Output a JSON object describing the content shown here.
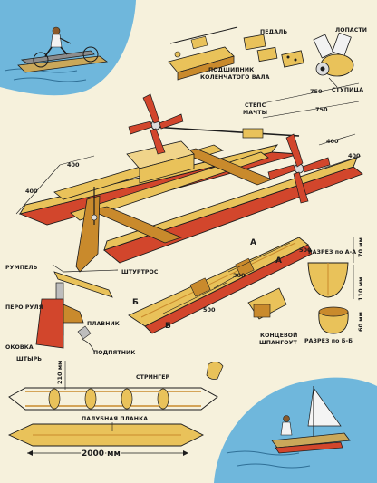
{
  "labels": {
    "pedal": "ПЕДАЛЬ",
    "blades": "ЛОПАСТИ",
    "bearing_l1": "ПОДШИПНИК",
    "bearing_l2": "КОЛЕНЧАТОГО ВАЛА",
    "hub": "СТУПИЦА",
    "mast_step_l1": "СТЕПС",
    "mast_step_l2": "МАЧТЫ",
    "tiller": "РУМПЕЛЬ",
    "rudder_rope": "ШТУРТРОС",
    "rudder_blade_l1": "ПЕРО РУЛЯ",
    "fin": "ПЛАВНИК",
    "binding": "ОКОВКА",
    "pin": "ШТЫРЬ",
    "heel": "ПОДПЯТНИК",
    "end_frame_l1": "КОНЦЕВОЙ",
    "end_frame_l2": "ШПАНГОУТ",
    "section_aa": "РАЗРЕЗ по А-А",
    "section_bb": "РАЗРЕЗ по Б-Б",
    "stringer": "СТРИНГЕР",
    "deck_plank": "ПАЛУБНАЯ ПЛАНКА",
    "length": "2000 мм",
    "height": "210 мм",
    "sec_a_w": "70 мм",
    "sec_a_h": "110 мм",
    "sec_b_h": "60 мм"
  },
  "dimensions": {
    "d750a": "750",
    "d750b": "750",
    "d400a": "400",
    "d400b": "400",
    "d400c": "400",
    "d400d": "400",
    "d500a": "500",
    "d500b": "500",
    "d300": "300",
    "letter_a1": "А",
    "letter_a2": "А",
    "letter_b1": "Б",
    "letter_b2": "Б"
  },
  "colors": {
    "paper": "#f6f1dc",
    "sky": "#6fb7dc",
    "wood_light": "#e9c25a",
    "wood_dark": "#c98a2c",
    "hull_red": "#d2462c",
    "ink": "#1c1c1c"
  }
}
